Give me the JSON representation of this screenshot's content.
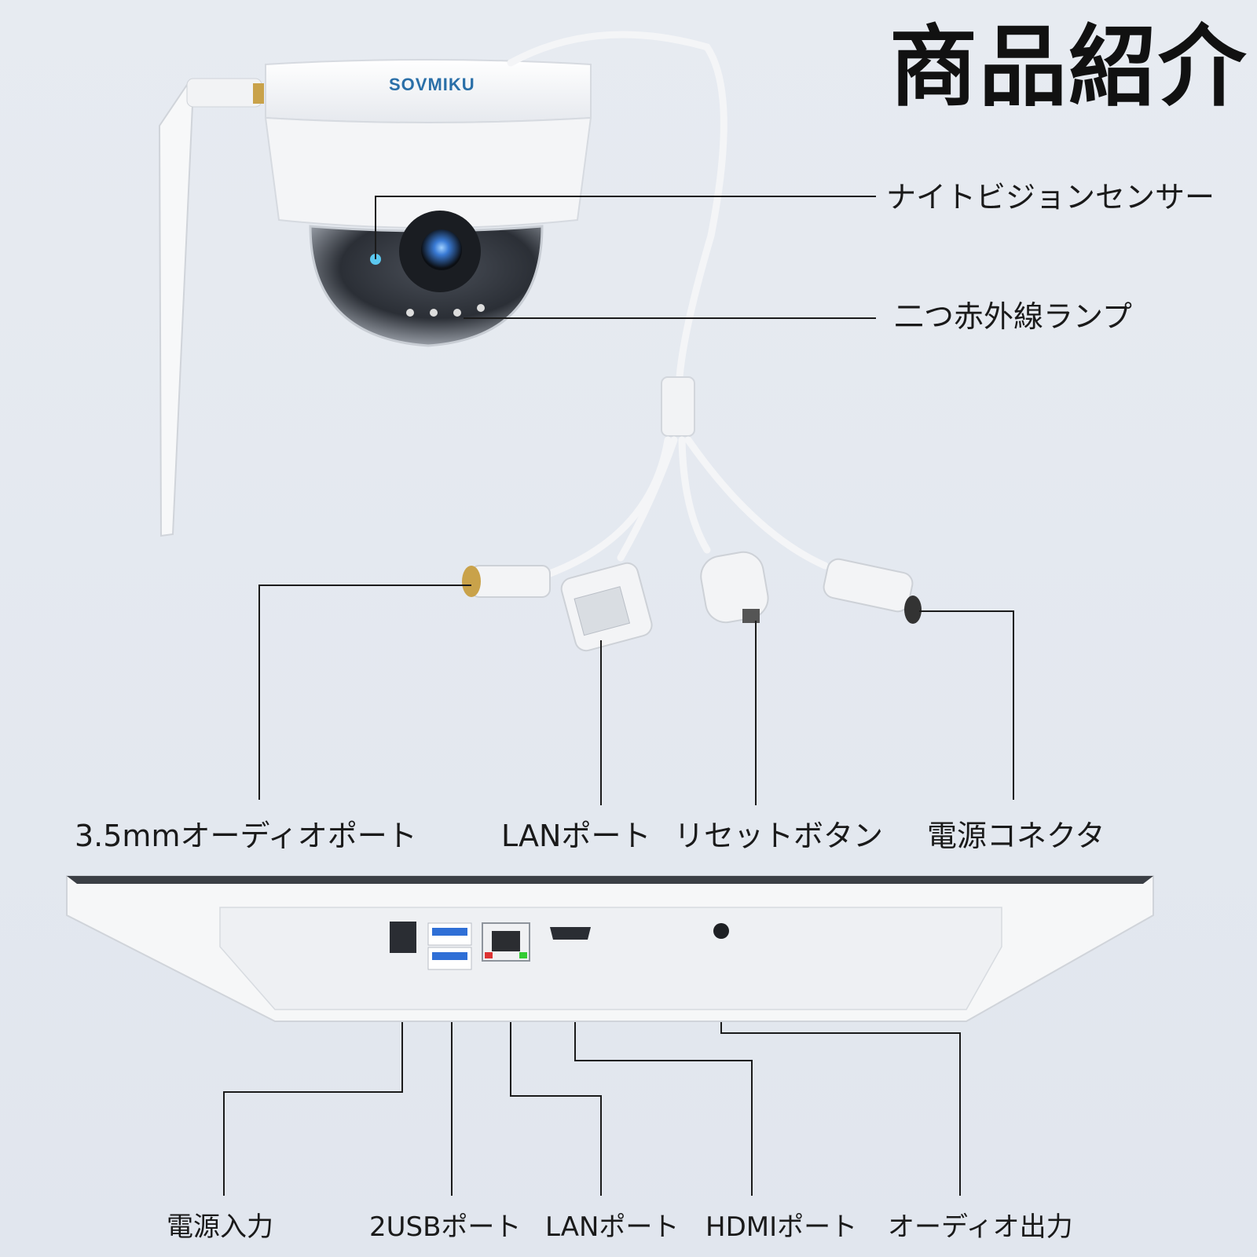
{
  "title": "商品紹介",
  "brand": "SOVMIKU",
  "camera_labels": {
    "night_vision": "ナイトビジョンセンサー",
    "ir_lamps": "二つ赤外線ランプ"
  },
  "cable_labels": {
    "audio_port": "3.5mmオーディオポート",
    "lan_port": "LANポート",
    "reset_button": "リセットボタン",
    "power_connector": "電源コネクタ"
  },
  "nvr_labels": {
    "power_input": "電源入力",
    "usb_ports": "2USBポート",
    "lan_port": "LANポート",
    "hdmi_port": "HDMIポート",
    "audio_out": "オーディオ出力"
  },
  "colors": {
    "background": "#e4e8ef",
    "device_white": "#f6f7f8",
    "lens_blue": "#3a7bd5",
    "usb_blue": "#2f6fd6"
  }
}
